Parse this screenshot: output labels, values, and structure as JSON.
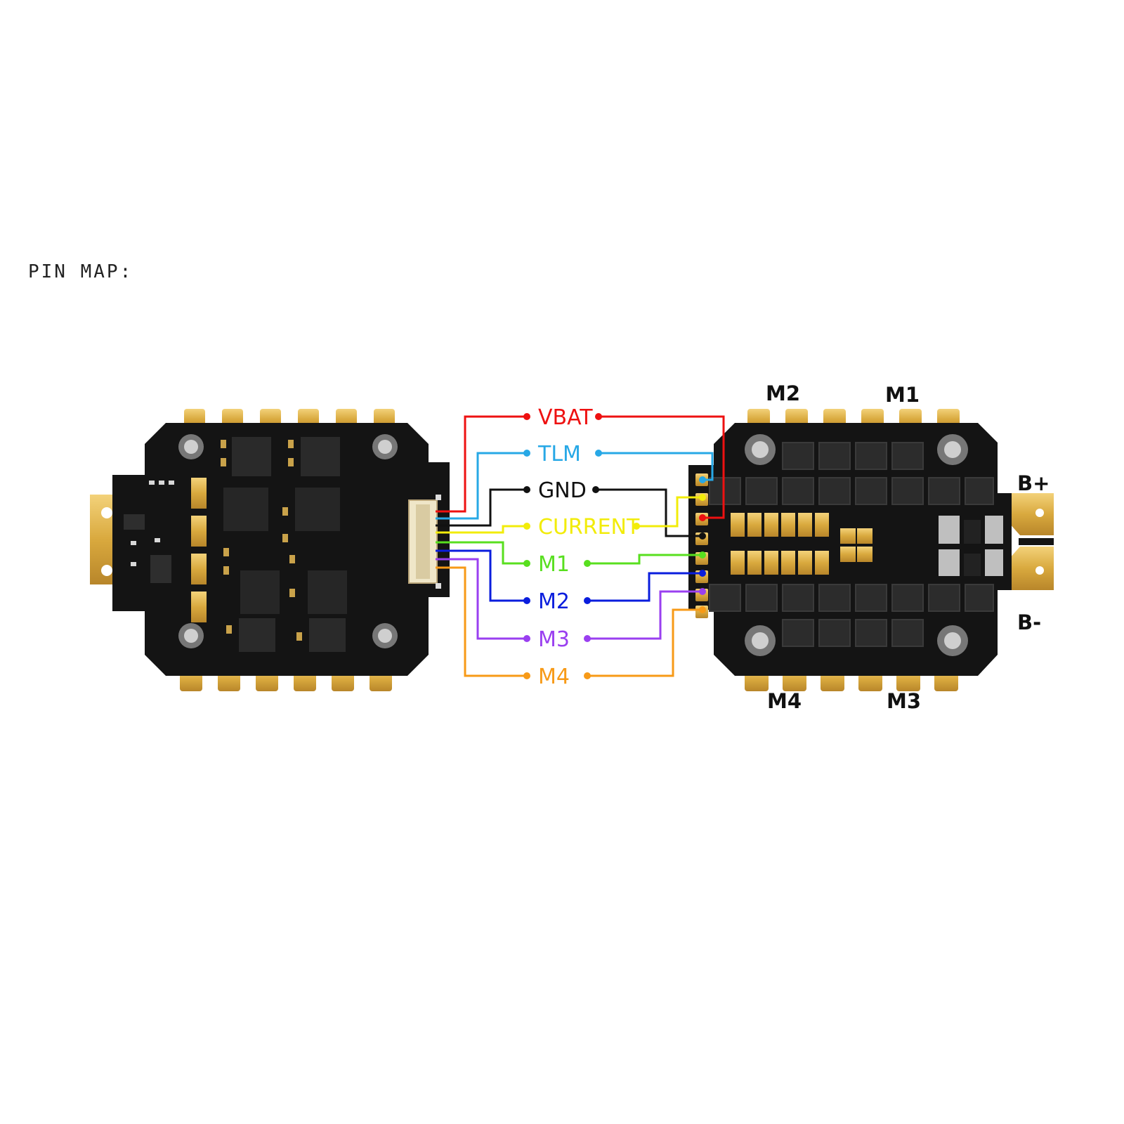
{
  "title": "PIN MAP:",
  "signals": [
    {
      "label": "VBAT",
      "color": "#ee1111"
    },
    {
      "label": "TLM",
      "color": "#27a8e6"
    },
    {
      "label": "GND",
      "color": "#111111"
    },
    {
      "label": "CURRENT",
      "color": "#f2ec0a"
    },
    {
      "label": "M1",
      "color": "#58df1f"
    },
    {
      "label": "M2",
      "color": "#0a1ddd"
    },
    {
      "label": "M3",
      "color": "#9a3ff0"
    },
    {
      "label": "M4",
      "color": "#f79a17"
    }
  ],
  "esc_labels": {
    "m2_top": "M2",
    "m1_top": "M1",
    "m4_bottom": "M4",
    "m3_bottom": "M3",
    "b_plus": "B+",
    "b_minus": "B-"
  }
}
